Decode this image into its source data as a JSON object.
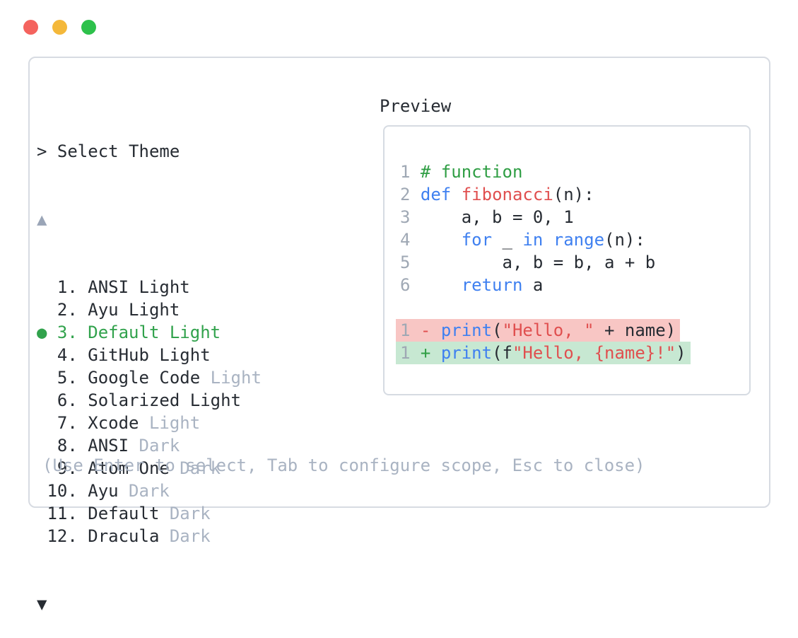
{
  "window": {
    "controls": [
      {
        "name": "close",
        "color": "#f4635e"
      },
      {
        "name": "minimize",
        "color": "#f4b83a"
      },
      {
        "name": "zoom",
        "color": "#2dc14b"
      }
    ]
  },
  "selector": {
    "prompt": "> Select Theme",
    "scroll_up_glyph": "▲",
    "scroll_down_glyph": "▼",
    "selected_marker": "●",
    "items": [
      {
        "num": 1,
        "name": "ANSI",
        "variant": "Light",
        "variant_muted": false,
        "selected": false
      },
      {
        "num": 2,
        "name": "Ayu",
        "variant": "Light",
        "variant_muted": false,
        "selected": false
      },
      {
        "num": 3,
        "name": "Default",
        "variant": "Light",
        "variant_muted": false,
        "selected": true
      },
      {
        "num": 4,
        "name": "GitHub",
        "variant": "Light",
        "variant_muted": false,
        "selected": false
      },
      {
        "num": 5,
        "name": "Google Code",
        "variant": "Light",
        "variant_muted": true,
        "selected": false
      },
      {
        "num": 6,
        "name": "Solarized",
        "variant": "Light",
        "variant_muted": false,
        "selected": false
      },
      {
        "num": 7,
        "name": "Xcode",
        "variant": "Light",
        "variant_muted": true,
        "selected": false
      },
      {
        "num": 8,
        "name": "ANSI",
        "variant": "Dark",
        "variant_muted": true,
        "selected": false
      },
      {
        "num": 9,
        "name": "Atom One",
        "variant": "Dark",
        "variant_muted": true,
        "selected": false
      },
      {
        "num": 10,
        "name": "Ayu",
        "variant": "Dark",
        "variant_muted": true,
        "selected": false
      },
      {
        "num": 11,
        "name": "Default",
        "variant": "Dark",
        "variant_muted": true,
        "selected": false
      },
      {
        "num": 12,
        "name": "Dracula",
        "variant": "Dark",
        "variant_muted": true,
        "selected": false
      }
    ],
    "hint": "(Use Enter to select, Tab to configure scope, Esc to close)"
  },
  "preview": {
    "label": "Preview",
    "code_lines": [
      {
        "num": "1",
        "tokens": [
          {
            "text": "# function",
            "type": "comment"
          }
        ]
      },
      {
        "num": "2",
        "tokens": [
          {
            "text": "def",
            "type": "keyword"
          },
          {
            "text": " ",
            "type": "plain"
          },
          {
            "text": "fibonacci",
            "type": "function"
          },
          {
            "text": "(n):",
            "type": "plain"
          }
        ]
      },
      {
        "num": "3",
        "tokens": [
          {
            "text": "    a, b = 0, 1",
            "type": "plain"
          }
        ]
      },
      {
        "num": "4",
        "tokens": [
          {
            "text": "    ",
            "type": "plain"
          },
          {
            "text": "for",
            "type": "keyword"
          },
          {
            "text": " _ ",
            "type": "plain"
          },
          {
            "text": "in",
            "type": "keyword"
          },
          {
            "text": " ",
            "type": "plain"
          },
          {
            "text": "range",
            "type": "keyword"
          },
          {
            "text": "(n):",
            "type": "plain"
          }
        ]
      },
      {
        "num": "5",
        "tokens": [
          {
            "text": "        a, b = b, a + b",
            "type": "plain"
          }
        ]
      },
      {
        "num": "6",
        "tokens": [
          {
            "text": "    ",
            "type": "plain"
          },
          {
            "text": "return",
            "type": "keyword"
          },
          {
            "text": " a",
            "type": "plain"
          }
        ]
      }
    ],
    "diff_lines": [
      {
        "num": "1",
        "kind": "removed",
        "tokens": [
          {
            "text": "- ",
            "type": "minus"
          },
          {
            "text": "print",
            "type": "keyword"
          },
          {
            "text": "(",
            "type": "plain"
          },
          {
            "text": "\"Hello, \"",
            "type": "string"
          },
          {
            "text": " + name)",
            "type": "plain"
          }
        ]
      },
      {
        "num": "1",
        "kind": "added",
        "tokens": [
          {
            "text": "+ ",
            "type": "plus"
          },
          {
            "text": "print",
            "type": "keyword"
          },
          {
            "text": "(f",
            "type": "plain"
          },
          {
            "text": "\"Hello, {name}!\"",
            "type": "string"
          },
          {
            "text": ")",
            "type": "plain"
          }
        ]
      }
    ]
  },
  "colors": {
    "text": "#272c33",
    "muted": "#a9b3c2",
    "selection_green": "#31a24c",
    "keyword_blue": "#3f80f0",
    "string_red": "#e04f4f",
    "comment_green": "#2f9e44",
    "line_number": "#9fa8b4",
    "removed_bg": "#f8c6c4",
    "added_bg": "#c7e8d2",
    "border": "#d7dbe2"
  }
}
